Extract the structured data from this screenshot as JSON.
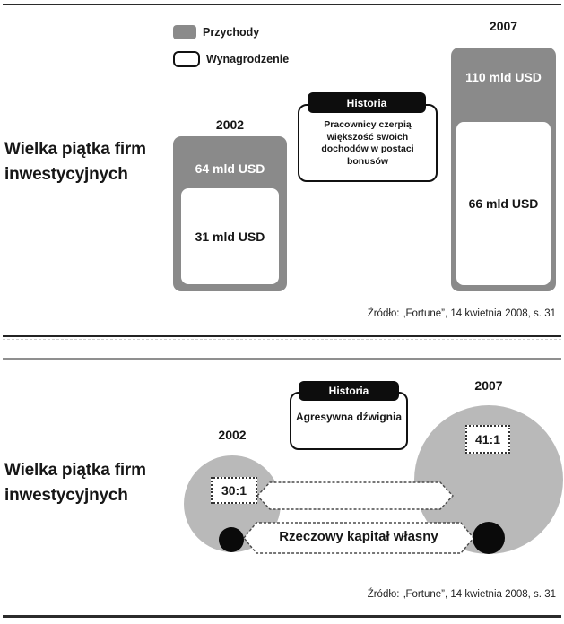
{
  "colors": {
    "bar_gray": "#8a8a8a",
    "circle_gray": "#b9b9b9",
    "callout_black": "#0d0d0d",
    "rule_dark": "#2b2b2b",
    "rule_gray": "#8f8f8f"
  },
  "top_panel": {
    "side_title": "Wielka piątka firm inwestycyjnych",
    "legend": {
      "revenue": "Przychody",
      "wage": "Wynagrodzenie"
    },
    "bars": [
      {
        "year": "2002",
        "revenue": "64 mld USD",
        "wage": "31 mld USD"
      },
      {
        "year": "2007",
        "revenue": "110 mld USD",
        "wage": "66 mld USD"
      }
    ],
    "callout": {
      "title": "Historia",
      "body": "Pracownicy czerpią większość swoich dochodów w postaci bonusów"
    },
    "source": "Źródło: „Fortune”, 14 kwietnia 2008, s. 31"
  },
  "bottom_panel": {
    "side_title": "Wielka piątka firm inwestycyjnych",
    "callout": {
      "title": "Historia",
      "body": "Agresywna dźwignia"
    },
    "bubbles": [
      {
        "year": "2002",
        "ratio": "30:1"
      },
      {
        "year": "2007",
        "ratio": "41:1"
      }
    ],
    "arrow_label": "Rzeczowy kapitał własny",
    "source": "Źródło: „Fortune”, 14 kwietnia 2008, s. 31"
  },
  "chart_data": [
    {
      "type": "bar",
      "title": "Wielka piątka firm inwestycyjnych",
      "categories": [
        "2002",
        "2007"
      ],
      "series": [
        {
          "name": "Przychody",
          "values": [
            64,
            110
          ]
        },
        {
          "name": "Wynagrodzenie",
          "values": [
            31,
            66
          ]
        }
      ],
      "unit": "mld USD",
      "legend_position": "top",
      "annotation": "Historia: Pracownicy czerpią większość swoich dochodów w postaci bonusów",
      "source": "Źródło: „Fortune”, 14 kwietnia 2008, s. 31"
    },
    {
      "type": "bubble",
      "title": "Wielka piątka firm inwestycyjnych",
      "categories": [
        "2002",
        "2007"
      ],
      "values": [
        30,
        41
      ],
      "value_labels": [
        "30:1",
        "41:1"
      ],
      "axis_label": "Rzeczowy kapitał własny",
      "annotation": "Historia: Agresywna dźwignia",
      "source": "Źródło: „Fortune”, 14 kwietnia 2008, s. 31"
    }
  ]
}
